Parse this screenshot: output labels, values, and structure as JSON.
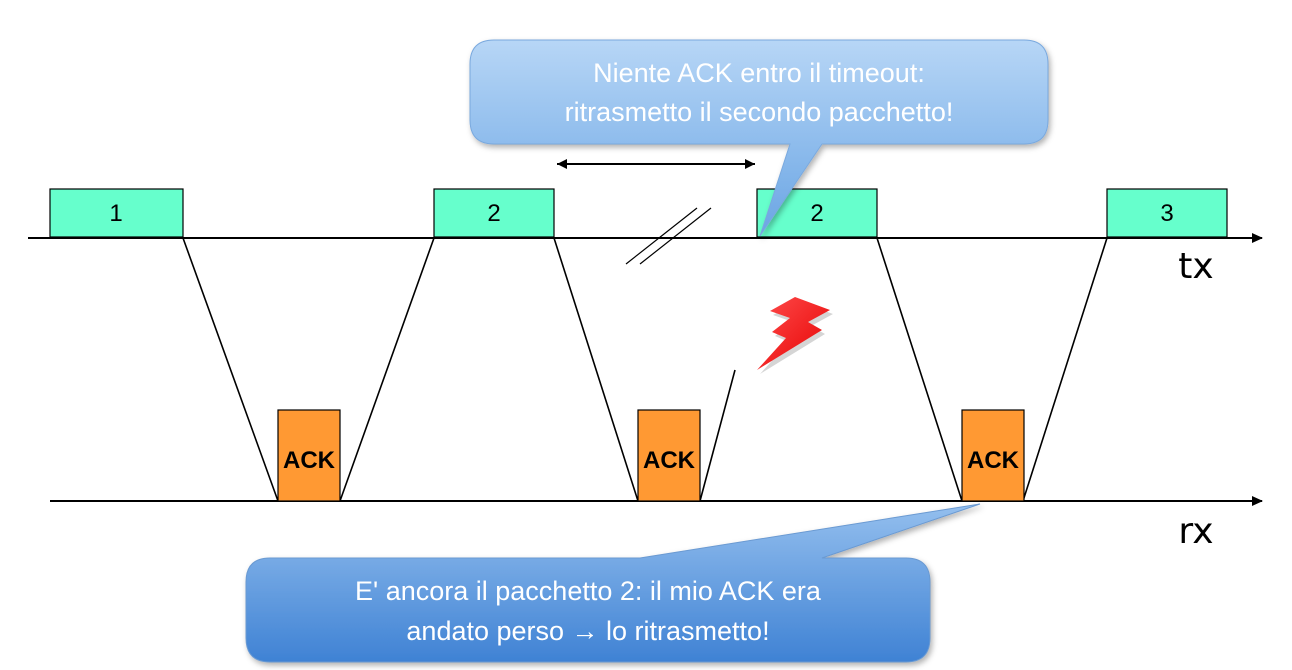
{
  "tx_label": "tx",
  "rx_label": "rx",
  "packets": [
    {
      "label": "1"
    },
    {
      "label": "2"
    },
    {
      "label": "2"
    },
    {
      "label": "3"
    }
  ],
  "acks": [
    "ACK",
    "ACK",
    "ACK"
  ],
  "callout_top": {
    "line1": "Niente ACK entro il timeout:",
    "line2": "ritrasmetto il secondo pacchetto!"
  },
  "callout_bottom": {
    "line1": "E' ancora il pacchetto 2: il mio ACK era",
    "line2": "andato perso → lo ritrasmetto!"
  },
  "colors": {
    "packet_fill": "#66ffcc",
    "ack_fill": "#ff9933",
    "lightning": "#ff1a1a",
    "callout_light": "#a9cdf3",
    "callout_dark": "#4d8fda"
  }
}
